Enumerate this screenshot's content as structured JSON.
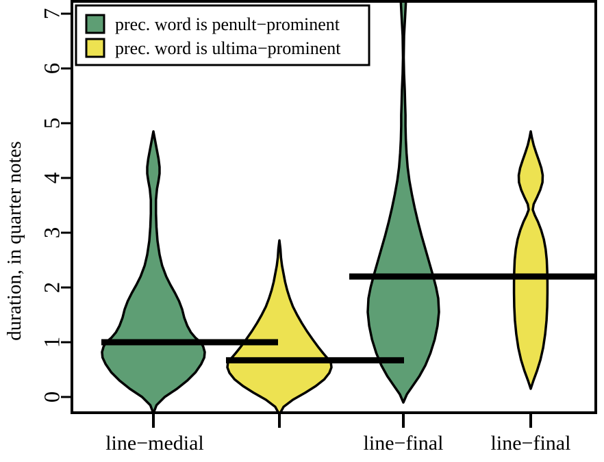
{
  "chart_data": {
    "type": "violin",
    "title": "",
    "xlabel": "",
    "ylabel": "duration, in quarter notes",
    "ylim": [
      -0.35,
      7.3
    ],
    "yticks": [
      0,
      1,
      2,
      3,
      4,
      5,
      6,
      7
    ],
    "ytick_labels": [
      "0",
      "1",
      "2",
      "3",
      "4",
      "5",
      "6",
      "7"
    ],
    "grid": false,
    "legend_position": "top-left",
    "legend": [
      {
        "label": "prec. word is penult−prominent",
        "color": "#5E9E74"
      },
      {
        "label": "prec. word is ultima−prominent",
        "color": "#EDE251"
      }
    ],
    "categories": [
      "line−medial",
      "",
      "line−final",
      "line−final"
    ],
    "category_tick_positions": [
      1,
      2,
      3,
      4
    ],
    "category_label_shown": [
      "line−medial",
      "line−final",
      "line−final"
    ],
    "series": [
      {
        "name": "line−medial / penult−prominent",
        "group": "line−medial",
        "color": "#5E9E74",
        "median": 1.0,
        "min": -0.3,
        "max": 4.85,
        "density": [
          {
            "y": -0.3,
            "w": 0.0
          },
          {
            "y": -0.15,
            "w": 0.06
          },
          {
            "y": 0.0,
            "w": 0.22
          },
          {
            "y": 0.15,
            "w": 0.46
          },
          {
            "y": 0.3,
            "w": 0.66
          },
          {
            "y": 0.45,
            "w": 0.82
          },
          {
            "y": 0.6,
            "w": 0.93
          },
          {
            "y": 0.72,
            "w": 0.99
          },
          {
            "y": 0.82,
            "w": 1.0
          },
          {
            "y": 0.92,
            "w": 0.97
          },
          {
            "y": 1.0,
            "w": 0.92
          },
          {
            "y": 1.08,
            "w": 0.82
          },
          {
            "y": 1.18,
            "w": 0.73
          },
          {
            "y": 1.3,
            "w": 0.66
          },
          {
            "y": 1.45,
            "w": 0.6
          },
          {
            "y": 1.6,
            "w": 0.56
          },
          {
            "y": 1.75,
            "w": 0.5
          },
          {
            "y": 1.9,
            "w": 0.42
          },
          {
            "y": 2.05,
            "w": 0.33
          },
          {
            "y": 2.2,
            "w": 0.25
          },
          {
            "y": 2.4,
            "w": 0.17
          },
          {
            "y": 2.6,
            "w": 0.12
          },
          {
            "y": 2.85,
            "w": 0.08
          },
          {
            "y": 3.1,
            "w": 0.06
          },
          {
            "y": 3.35,
            "w": 0.05
          },
          {
            "y": 3.6,
            "w": 0.05
          },
          {
            "y": 3.8,
            "w": 0.07
          },
          {
            "y": 3.95,
            "w": 0.1
          },
          {
            "y": 4.08,
            "w": 0.12
          },
          {
            "y": 4.2,
            "w": 0.12
          },
          {
            "y": 4.35,
            "w": 0.1
          },
          {
            "y": 4.5,
            "w": 0.07
          },
          {
            "y": 4.65,
            "w": 0.04
          },
          {
            "y": 4.85,
            "w": 0.0
          }
        ]
      },
      {
        "name": "line−medial / ultima−prominent",
        "group": "line−medial",
        "color": "#EDE251",
        "median": 0.67,
        "min": -0.32,
        "max": 2.86,
        "density": [
          {
            "y": -0.32,
            "w": 0.0
          },
          {
            "y": -0.18,
            "w": 0.08
          },
          {
            "y": -0.05,
            "w": 0.26
          },
          {
            "y": 0.08,
            "w": 0.5
          },
          {
            "y": 0.2,
            "w": 0.7
          },
          {
            "y": 0.32,
            "w": 0.86
          },
          {
            "y": 0.44,
            "w": 0.96
          },
          {
            "y": 0.54,
            "w": 1.0
          },
          {
            "y": 0.62,
            "w": 0.99
          },
          {
            "y": 0.7,
            "w": 0.93
          },
          {
            "y": 0.8,
            "w": 0.84
          },
          {
            "y": 0.92,
            "w": 0.74
          },
          {
            "y": 1.05,
            "w": 0.64
          },
          {
            "y": 1.2,
            "w": 0.53
          },
          {
            "y": 1.35,
            "w": 0.43
          },
          {
            "y": 1.5,
            "w": 0.34
          },
          {
            "y": 1.65,
            "w": 0.26
          },
          {
            "y": 1.8,
            "w": 0.2
          },
          {
            "y": 1.95,
            "w": 0.15
          },
          {
            "y": 2.1,
            "w": 0.11
          },
          {
            "y": 2.25,
            "w": 0.08
          },
          {
            "y": 2.4,
            "w": 0.05
          },
          {
            "y": 2.55,
            "w": 0.03
          },
          {
            "y": 2.7,
            "w": 0.02
          },
          {
            "y": 2.86,
            "w": 0.0
          }
        ]
      },
      {
        "name": "line−final / penult−prominent",
        "group": "line−final",
        "color": "#5E9E74",
        "median": 2.2,
        "min": -0.1,
        "max": 8.0,
        "density": [
          {
            "y": -0.1,
            "w": 0.0
          },
          {
            "y": 0.05,
            "w": 0.1
          },
          {
            "y": 0.2,
            "w": 0.26
          },
          {
            "y": 0.38,
            "w": 0.45
          },
          {
            "y": 0.58,
            "w": 0.62
          },
          {
            "y": 0.8,
            "w": 0.76
          },
          {
            "y": 1.05,
            "w": 0.88
          },
          {
            "y": 1.3,
            "w": 0.96
          },
          {
            "y": 1.55,
            "w": 1.0
          },
          {
            "y": 1.8,
            "w": 0.98
          },
          {
            "y": 2.0,
            "w": 0.92
          },
          {
            "y": 2.2,
            "w": 0.84
          },
          {
            "y": 2.45,
            "w": 0.73
          },
          {
            "y": 2.7,
            "w": 0.62
          },
          {
            "y": 2.95,
            "w": 0.51
          },
          {
            "y": 3.2,
            "w": 0.41
          },
          {
            "y": 3.45,
            "w": 0.32
          },
          {
            "y": 3.7,
            "w": 0.24
          },
          {
            "y": 3.95,
            "w": 0.17
          },
          {
            "y": 4.2,
            "w": 0.12
          },
          {
            "y": 4.45,
            "w": 0.09
          },
          {
            "y": 4.7,
            "w": 0.07
          },
          {
            "y": 4.95,
            "w": 0.06
          },
          {
            "y": 5.15,
            "w": 0.06
          },
          {
            "y": 5.35,
            "w": 0.05
          },
          {
            "y": 5.6,
            "w": 0.04
          },
          {
            "y": 5.9,
            "w": 0.02
          },
          {
            "y": 6.2,
            "w": 0.01
          },
          {
            "y": 6.6,
            "w": 0.02
          },
          {
            "y": 6.95,
            "w": 0.05
          },
          {
            "y": 7.2,
            "w": 0.07
          },
          {
            "y": 7.4,
            "w": 0.07
          },
          {
            "y": 7.6,
            "w": 0.05
          },
          {
            "y": 7.85,
            "w": 0.02
          },
          {
            "y": 8.0,
            "w": 0.0
          }
        ]
      },
      {
        "name": "line−final / ultima−prominent",
        "group": "line−final",
        "color": "#EDE251",
        "median": 2.2,
        "min": 0.15,
        "max": 4.85,
        "density": [
          {
            "y": 0.15,
            "w": 0.0
          },
          {
            "y": 0.3,
            "w": 0.12
          },
          {
            "y": 0.48,
            "w": 0.28
          },
          {
            "y": 0.68,
            "w": 0.43
          },
          {
            "y": 0.9,
            "w": 0.55
          },
          {
            "y": 1.15,
            "w": 0.64
          },
          {
            "y": 1.4,
            "w": 0.7
          },
          {
            "y": 1.65,
            "w": 0.73
          },
          {
            "y": 1.9,
            "w": 0.74
          },
          {
            "y": 2.1,
            "w": 0.74
          },
          {
            "y": 2.3,
            "w": 0.73
          },
          {
            "y": 2.5,
            "w": 0.71
          },
          {
            "y": 2.7,
            "w": 0.66
          },
          {
            "y": 2.88,
            "w": 0.58
          },
          {
            "y": 3.05,
            "w": 0.46
          },
          {
            "y": 3.2,
            "w": 0.32
          },
          {
            "y": 3.32,
            "w": 0.18
          },
          {
            "y": 3.42,
            "w": 0.09
          },
          {
            "y": 3.52,
            "w": 0.13
          },
          {
            "y": 3.64,
            "w": 0.27
          },
          {
            "y": 3.78,
            "w": 0.42
          },
          {
            "y": 3.92,
            "w": 0.52
          },
          {
            "y": 4.05,
            "w": 0.53
          },
          {
            "y": 4.18,
            "w": 0.47
          },
          {
            "y": 4.32,
            "w": 0.36
          },
          {
            "y": 4.46,
            "w": 0.24
          },
          {
            "y": 4.6,
            "w": 0.13
          },
          {
            "y": 4.74,
            "w": 0.05
          },
          {
            "y": 4.85,
            "w": 0.0
          }
        ]
      }
    ]
  },
  "style": {
    "green": "#5E9E74",
    "yellow": "#EDE251",
    "outline": "#000000",
    "background": "#FFFFFF"
  }
}
